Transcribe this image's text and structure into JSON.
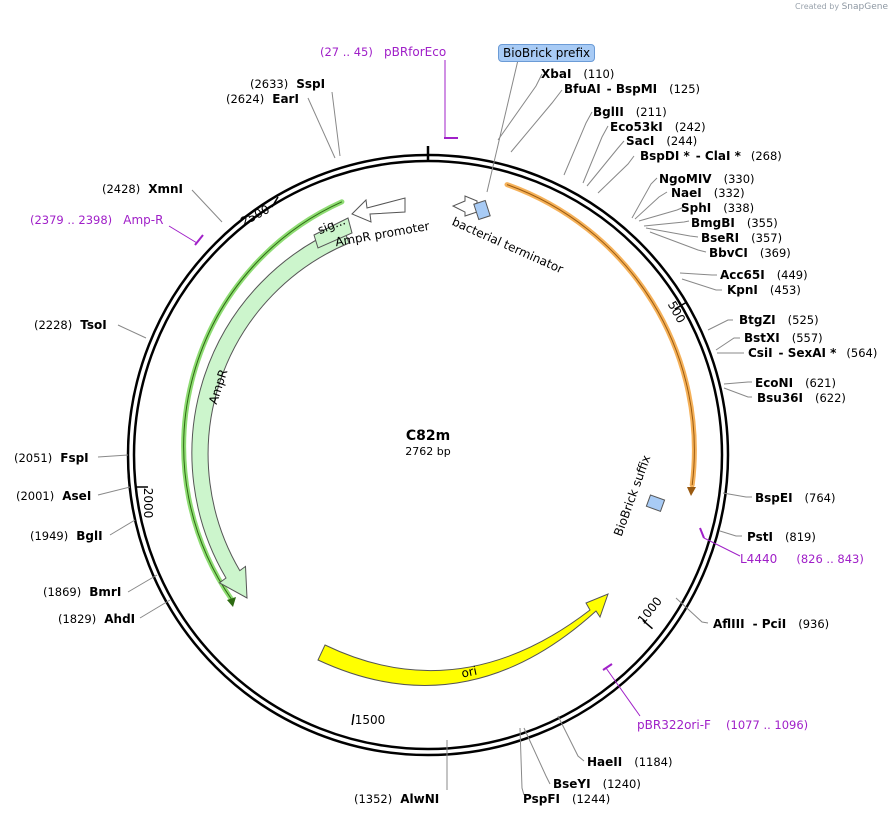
{
  "brand": {
    "created_by": "Created by",
    "app": "SnapGene"
  },
  "plasmid": {
    "name": "C82m",
    "length_label": "2762 bp",
    "length": 2762
  },
  "ticks": [
    {
      "bp": 500,
      "label": "500"
    },
    {
      "bp": 1000,
      "label": "1000"
    },
    {
      "bp": 1500,
      "label": "1500"
    },
    {
      "bp": 2000,
      "label": "2000"
    },
    {
      "bp": 2500,
      "label": "2500"
    }
  ],
  "features": [
    {
      "name": "bacterial terminator",
      "label": "bacterial terminator",
      "color": "#ffffff"
    },
    {
      "name": "BioBrick prefix",
      "label": "BioBrick prefix",
      "color": "#a8cbf5"
    },
    {
      "name": "BioBrick suffix",
      "label": "BioBrick suffix",
      "color": "#a8cbf5"
    },
    {
      "name": "ori",
      "label": "ori",
      "color": "#ffff00"
    },
    {
      "name": "AmpR",
      "label": "AmpR",
      "color": "#ccf5cc"
    },
    {
      "name": "AmpR signal sequence",
      "label": "sig...",
      "color": "#ccf5cc"
    },
    {
      "name": "AmpR promoter",
      "label": "AmpR promoter",
      "color": "#ffffff"
    }
  ],
  "insert_arc_color": "#f3a33c",
  "amp_arc_color": "#7ad65a",
  "sites_right": [
    {
      "parts": [
        [
          "XbaI",
          "(110)"
        ]
      ]
    },
    {
      "parts": [
        [
          "BfuAI",
          "- BspMI"
        ],
        [
          "",
          "(125)"
        ]
      ]
    },
    {
      "parts": [
        [
          "BglII",
          "(211)"
        ]
      ]
    },
    {
      "parts": [
        [
          "Eco53kI",
          "(242)"
        ]
      ]
    },
    {
      "parts": [
        [
          "SacI",
          "(244)"
        ]
      ]
    },
    {
      "parts": [
        [
          "BspDI *",
          "- ClaI *"
        ],
        [
          "",
          "(268)"
        ]
      ]
    },
    {
      "parts": [
        [
          "NgoMIV",
          "(330)"
        ]
      ]
    },
    {
      "parts": [
        [
          "NaeI",
          "(332)"
        ]
      ]
    },
    {
      "parts": [
        [
          "SphI",
          "(338)"
        ]
      ]
    },
    {
      "parts": [
        [
          "BmgBI",
          "(355)"
        ]
      ]
    },
    {
      "parts": [
        [
          "BseRI",
          "(357)"
        ]
      ]
    },
    {
      "parts": [
        [
          "BbvCI",
          "(369)"
        ]
      ]
    },
    {
      "parts": [
        [
          "Acc65I",
          "(449)"
        ]
      ]
    },
    {
      "parts": [
        [
          "KpnI",
          "(453)"
        ]
      ]
    },
    {
      "parts": [
        [
          "BtgZI",
          "(525)"
        ]
      ]
    },
    {
      "parts": [
        [
          "BstXI",
          "(557)"
        ]
      ]
    },
    {
      "parts": [
        [
          "CsiI",
          "- SexAI *"
        ],
        [
          "",
          "(564)"
        ]
      ]
    },
    {
      "parts": [
        [
          "EcoNI",
          "(621)"
        ]
      ]
    },
    {
      "parts": [
        [
          "Bsu36I",
          "(622)"
        ]
      ]
    },
    {
      "parts": [
        [
          "BspEI",
          "(764)"
        ]
      ]
    },
    {
      "parts": [
        [
          "PstI",
          "(819)"
        ]
      ]
    },
    {
      "parts": [
        [
          "AflIII",
          "- PciI"
        ],
        [
          "",
          "(936)"
        ]
      ]
    },
    {
      "parts": [
        [
          "HaeII",
          "(1184)"
        ]
      ]
    },
    {
      "parts": [
        [
          "BseYI",
          "(1240)"
        ]
      ]
    },
    {
      "parts": [
        [
          "PspFI",
          "(1244)"
        ]
      ]
    }
  ],
  "sites_left": [
    {
      "pos": "(2633)",
      "name": "SspI"
    },
    {
      "pos": "(2624)",
      "name": "EarI"
    },
    {
      "pos": "(2428)",
      "name": "XmnI"
    },
    {
      "pos": "(2228)",
      "name": "TsoI"
    },
    {
      "pos": "(2051)",
      "name": "FspI"
    },
    {
      "pos": "(2001)",
      "name": "AseI"
    },
    {
      "pos": "(1949)",
      "name": "BglI"
    },
    {
      "pos": "(1869)",
      "name": "BmrI"
    },
    {
      "pos": "(1829)",
      "name": "AhdI"
    },
    {
      "pos": "(1352)",
      "name": "AlwNI"
    }
  ],
  "primers": [
    {
      "name": "pBRforEco",
      "range": "(27 .. 45)"
    },
    {
      "name": "Amp-R",
      "range": "(2379 .. 2398)"
    },
    {
      "name": "L4440",
      "range": "(826 .. 843)"
    },
    {
      "name": "pBR322ori-F",
      "range": "(1077 .. 1096)"
    }
  ]
}
